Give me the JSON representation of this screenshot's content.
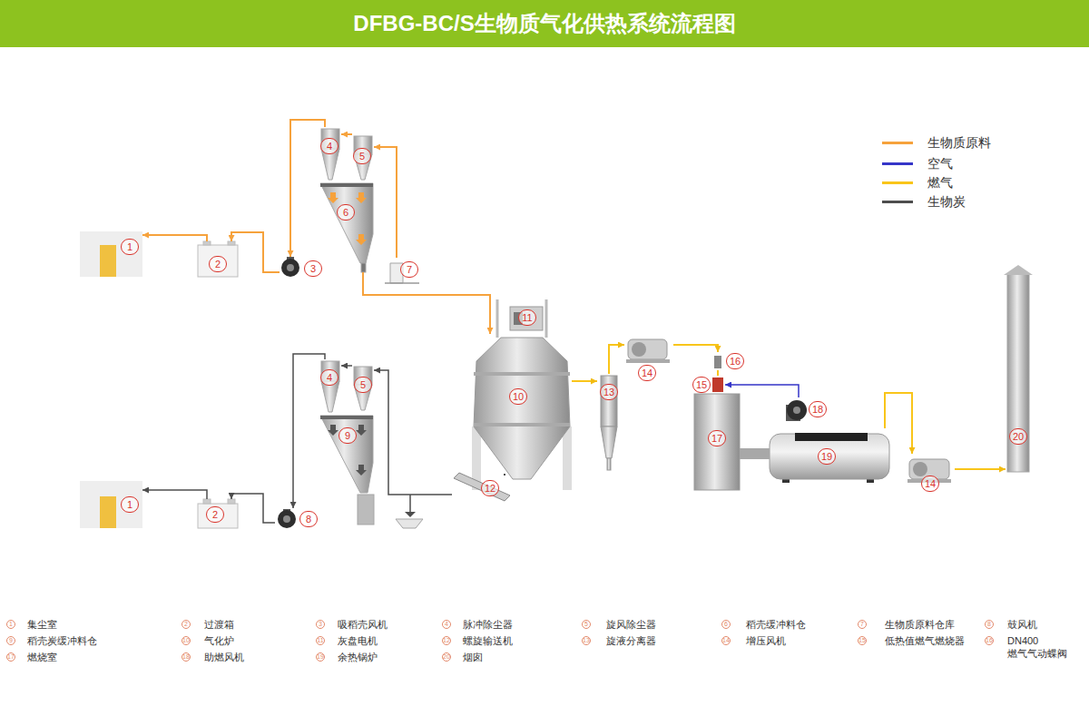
{
  "diagram": {
    "title": "DFBG-BC/S生物质气化供热系统流程图",
    "nodes": [
      {
        "text": [
          "4"
        ]
      },
      {
        "text": [
          "5"
        ]
      },
      {
        "text": [
          "6"
        ]
      },
      {
        "text": [
          "1"
        ]
      },
      {
        "text": [
          "2"
        ]
      },
      {
        "text": [
          "3"
        ]
      },
      {
        "text": [
          "7"
        ]
      },
      {
        "text": [
          "11"
        ]
      },
      {
        "text": [
          "14"
        ]
      },
      {
        "text": [
          "16"
        ]
      },
      {
        "text": [
          "4"
        ]
      },
      {
        "text": [
          "5"
        ]
      },
      {
        "text": [
          "15"
        ]
      },
      {
        "text": [
          "10"
        ]
      },
      {
        "text": [
          "13"
        ]
      },
      {
        "text": [
          "18"
        ]
      },
      {
        "text": [
          "9"
        ]
      },
      {
        "text": [
          "17"
        ]
      },
      {
        "text": [
          "20"
        ]
      },
      {
        "text": [
          "19"
        ]
      },
      {
        "text": [
          "14"
        ]
      },
      {
        "text": [
          "12"
        ]
      },
      {
        "text": [
          "1"
        ]
      },
      {
        "text": [
          "2"
        ]
      },
      {
        "text": [
          "8"
        ]
      }
    ],
    "edges": [
      {
        "from": 6,
        "to": 1,
        "arrow": "to"
      },
      {
        "from": 1,
        "to": 0,
        "arrow": "to"
      },
      {
        "from": 0,
        "to": 5,
        "arrow": "to"
      },
      {
        "from": 5,
        "to": 4,
        "arrow": "to"
      },
      {
        "from": 4,
        "to": 3,
        "arrow": "to"
      },
      {
        "from": 2,
        "to": 13,
        "arrow": "to"
      },
      {
        "from": 13,
        "to": 21,
        "arrow": "none"
      },
      {
        "from": 21,
        "to": 11,
        "arrow": "to"
      },
      {
        "from": 11,
        "to": 10,
        "arrow": "to"
      },
      {
        "from": 10,
        "to": 24,
        "arrow": "to"
      },
      {
        "from": 24,
        "to": 23,
        "arrow": "to"
      },
      {
        "from": 23,
        "to": 22,
        "arrow": "to"
      },
      {
        "from": 13,
        "to": 14,
        "arrow": "to"
      },
      {
        "from": 14,
        "to": 8,
        "arrow": "to"
      },
      {
        "from": 8,
        "to": 9,
        "arrow": "to"
      },
      {
        "from": 9,
        "to": 12,
        "arrow": "none"
      },
      {
        "from": 15,
        "to": 12,
        "arrow": "to"
      },
      {
        "from": 17,
        "to": 19,
        "arrow": "none"
      },
      {
        "from": 19,
        "to": 20,
        "arrow": "to"
      },
      {
        "from": 20,
        "to": 18,
        "arrow": "to"
      }
    ],
    "labels": [
      "1",
      "集尘室",
      "2",
      "过渡箱",
      "3",
      "吸稻壳风机",
      "4",
      "脉冲除尘器",
      "5",
      "旋风除尘器",
      "6",
      "稻壳缓冲料仓",
      "7",
      "生物质原料仓库",
      "8",
      "鼓风机",
      "9",
      "稻壳炭缓冲料仓",
      "10",
      "气化炉",
      "11",
      "灰盘电机",
      "12",
      "螺旋输送机",
      "13",
      "旋液分离器",
      "14",
      "增压风机",
      "15",
      "低热值燃气燃烧器",
      "16",
      "DN400 燃气气动蝶阀",
      "17",
      "燃烧室",
      "18",
      "助燃风机",
      "19",
      "余热锅炉",
      "20",
      "烟囱"
    ],
    "legend": [
      {
        "text": "生物质原料"
      },
      {
        "text": "空气"
      },
      {
        "text": "燃气"
      },
      {
        "text": "生物炭"
      }
    ]
  }
}
